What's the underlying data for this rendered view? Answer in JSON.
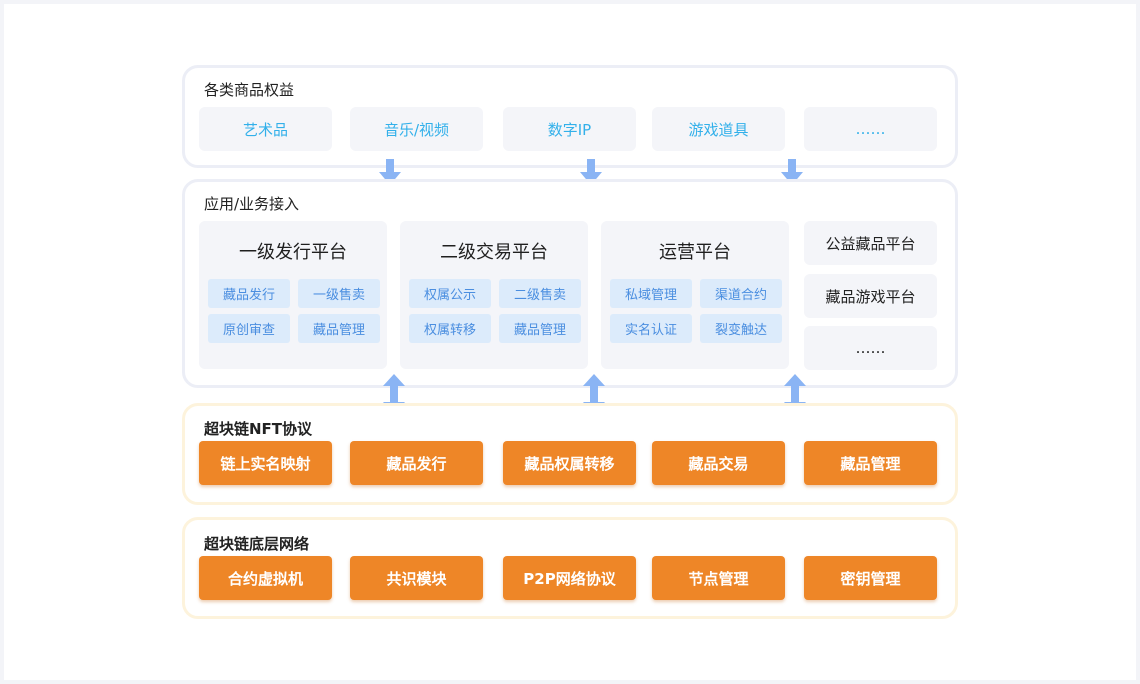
{
  "colors": {
    "accent_orange": "#ee8627",
    "arrow_blue": "#8ab4f4",
    "chip_text_blue": "#32b0ea",
    "sub_chip_bg": "#dcebfb"
  },
  "rights": {
    "title": "各类商品权益",
    "items": [
      "艺术品",
      "音乐/视频",
      "数字IP",
      "游戏道具",
      "……"
    ]
  },
  "apps": {
    "title": "应用/业务接入",
    "platforms": [
      {
        "name": "一级发行平台",
        "subs": [
          "藏品发行",
          "一级售卖",
          "原创审查",
          "藏品管理"
        ]
      },
      {
        "name": "二级交易平台",
        "subs": [
          "权属公示",
          "二级售卖",
          "权属转移",
          "藏品管理"
        ]
      },
      {
        "name": "运营平台",
        "subs": [
          "私域管理",
          "渠道合约",
          "实名认证",
          "裂变触达"
        ]
      }
    ],
    "side": [
      "公益藏品平台",
      "藏品游戏平台",
      "……"
    ]
  },
  "nft": {
    "title": "超块链NFT协议",
    "items": [
      "链上实名映射",
      "藏品发行",
      "藏品权属转移",
      "藏品交易",
      "藏品管理"
    ]
  },
  "base": {
    "title": "超块链底层网络",
    "items": [
      "合约虚拟机",
      "共识模块",
      "P2P网络协议",
      "节点管理",
      "密钥管理"
    ]
  },
  "arrows": {
    "down_icon": "arrow-down-icon",
    "both_icon": "arrow-updown-icon"
  }
}
